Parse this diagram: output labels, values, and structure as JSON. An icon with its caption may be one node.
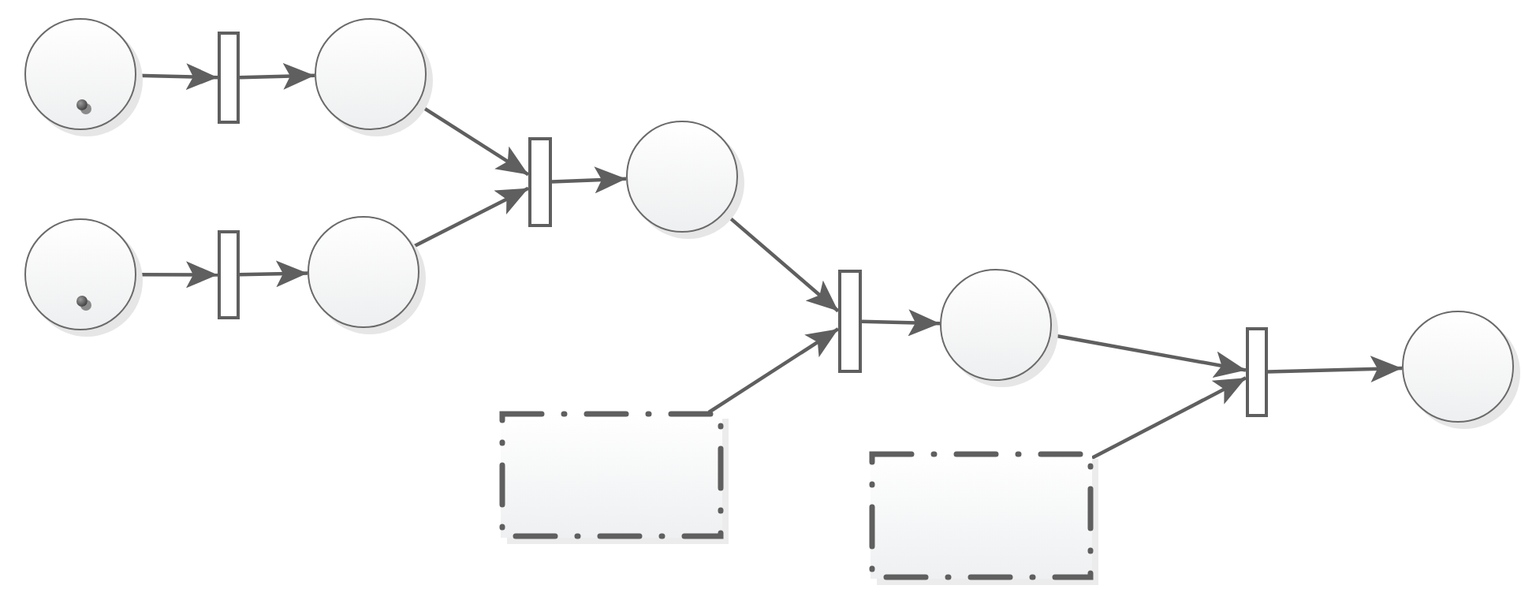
{
  "diagram": {
    "nodes": [
      {
        "text": [],
        "shape": "circle"
      },
      {
        "text": [],
        "shape": "bar"
      },
      {
        "text": [],
        "shape": "circle"
      },
      {
        "text": [],
        "shape": "circle"
      },
      {
        "text": [],
        "shape": "bar"
      },
      {
        "text": [],
        "shape": "circle"
      },
      {
        "text": [],
        "shape": "bar"
      },
      {
        "text": [],
        "shape": "circle"
      },
      {
        "text": [],
        "shape": "box"
      },
      {
        "text": [],
        "shape": "bar"
      },
      {
        "text": [],
        "shape": "circle"
      },
      {
        "text": [],
        "shape": "box"
      },
      {
        "text": [],
        "shape": "bar"
      },
      {
        "text": [],
        "shape": "circle"
      }
    ],
    "edges": [
      {
        "from": 0,
        "to": 1,
        "arrow": "to"
      },
      {
        "from": 1,
        "to": 2,
        "arrow": "to"
      },
      {
        "from": 3,
        "to": 4,
        "arrow": "to"
      },
      {
        "from": 4,
        "to": 5,
        "arrow": "to"
      },
      {
        "from": 2,
        "to": 6,
        "arrow": "to"
      },
      {
        "from": 5,
        "to": 6,
        "arrow": "to"
      },
      {
        "from": 6,
        "to": 7,
        "arrow": "to"
      },
      {
        "from": 7,
        "to": 9,
        "arrow": "to"
      },
      {
        "from": 8,
        "to": 9,
        "arrow": "to"
      },
      {
        "from": 9,
        "to": 10,
        "arrow": "to"
      },
      {
        "from": 10,
        "to": 12,
        "arrow": "to"
      },
      {
        "from": 11,
        "to": 12,
        "arrow": "to"
      },
      {
        "from": 12,
        "to": 13,
        "arrow": "to"
      }
    ]
  }
}
